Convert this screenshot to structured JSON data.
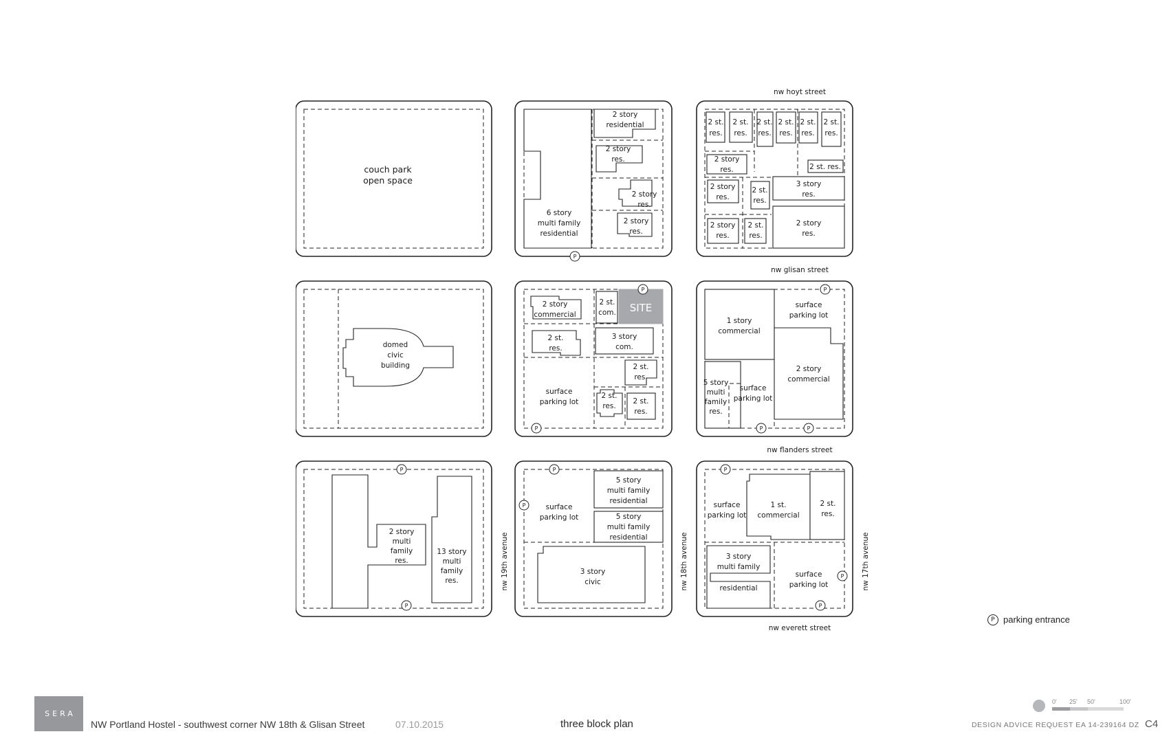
{
  "streets": {
    "hoyt": "nw hoyt street",
    "glisan": "nw glisan street",
    "flanders": "nw flanders street",
    "everett": "nw everett street",
    "ave19": "nw 19th avenue",
    "ave18": "nw 18th avenue",
    "ave17": "nw 17th avenue"
  },
  "blocks": {
    "a1": {
      "park": [
        "couch park",
        "open space"
      ]
    },
    "b1": {
      "res2_top": [
        "2 story",
        "residential"
      ],
      "res2_b": [
        "2 story",
        "res."
      ],
      "res2_c": [
        "2 story",
        "res."
      ],
      "res2_d": [
        "2 story",
        "res."
      ],
      "mf6": [
        "6 story",
        "multi family",
        "residential"
      ]
    },
    "c1": {
      "st": [
        "2 st.",
        "res."
      ],
      "res2_a": [
        "2 story",
        "res."
      ],
      "st_wide": "2 st. res.",
      "res3": [
        "3 story",
        "res."
      ],
      "res2_b": [
        "2 story",
        "res."
      ],
      "st_b": [
        "2 st.",
        "res."
      ],
      "res2_c": [
        "2 story",
        "res."
      ],
      "st_c": [
        "2 st.",
        "res."
      ],
      "res2_d": [
        "2 story",
        "res."
      ]
    },
    "a2": {
      "domed": [
        "domed",
        "civic",
        "building"
      ]
    },
    "b2": {
      "comm2": [
        "2 story",
        "commercial"
      ],
      "st_com": [
        "2 st.",
        "com."
      ],
      "site": "SITE",
      "st_res": [
        "2 st.",
        "res."
      ],
      "com3": [
        "3 story",
        "com."
      ],
      "st_res_b": [
        "2 st.",
        "res."
      ],
      "parking": [
        "surface",
        "parking lot"
      ],
      "st_res_c": [
        "2 st.",
        "res."
      ],
      "st_res_d": [
        "2 st.",
        "res."
      ]
    },
    "c2": {
      "parking": [
        "surface",
        "parking lot"
      ],
      "comm1": [
        "1 story",
        "commercial"
      ],
      "comm2": [
        "2 story",
        "commercial"
      ],
      "mf5": [
        "5 story",
        "multi",
        "family",
        "res."
      ],
      "parking_b": [
        "surface",
        "parking lot"
      ]
    },
    "a3": {
      "mf2": [
        "2 story",
        "multi",
        "family",
        "res."
      ],
      "mf13": [
        "13 story",
        "multi",
        "family",
        "res."
      ]
    },
    "b3": {
      "parking": [
        "surface",
        "parking lot"
      ],
      "mf5_a": [
        "5 story",
        "multi family",
        "residential"
      ],
      "mf5_b": [
        "5 story",
        "multi family",
        "residential"
      ],
      "civic3": [
        "3 story",
        "civic"
      ]
    },
    "c3": {
      "parking_a": [
        "surface",
        "parking lot"
      ],
      "comm1": [
        "1 st.",
        "commercial"
      ],
      "st_res": [
        "2 st.",
        "res."
      ],
      "mf3": [
        "3 story",
        "multi family",
        "residential"
      ],
      "parking_b": [
        "surface",
        "parking lot"
      ]
    }
  },
  "parking_symbol": "P",
  "legend": {
    "symbol": "P",
    "label": "parking entrance"
  },
  "footer": {
    "logo": "SERA",
    "project": "NW Portland Hostel - southwest corner NW 18th & Glisan Street",
    "date": "07.10.2015",
    "sheet_title": "three block plan",
    "dar": "DESIGN ADVICE REQUEST  EA 14-239164 DZ",
    "sheet_number": "C4"
  },
  "scale_bar": {
    "ticks": [
      "0'",
      "25'",
      "50'",
      "100'"
    ]
  }
}
